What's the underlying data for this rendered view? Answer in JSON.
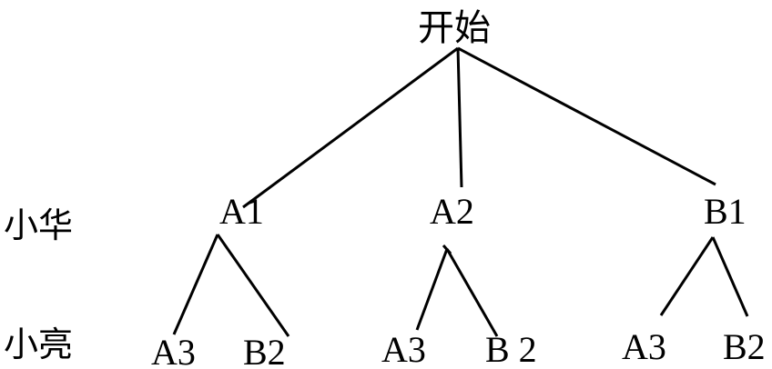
{
  "diagram": {
    "root": {
      "label": "开始"
    },
    "row_labels": {
      "level1": "小华",
      "level2": "小亮"
    },
    "level1": [
      {
        "label": "A1"
      },
      {
        "label": "A2"
      },
      {
        "label": "B1"
      }
    ],
    "level2": [
      {
        "label": "A3"
      },
      {
        "label": "B2"
      },
      {
        "label": "A3"
      },
      {
        "label": "B 2"
      },
      {
        "label": "A3"
      },
      {
        "label": "B2"
      }
    ],
    "colors": {
      "line": "#000000",
      "text": "#000000",
      "background": "#ffffff"
    }
  }
}
